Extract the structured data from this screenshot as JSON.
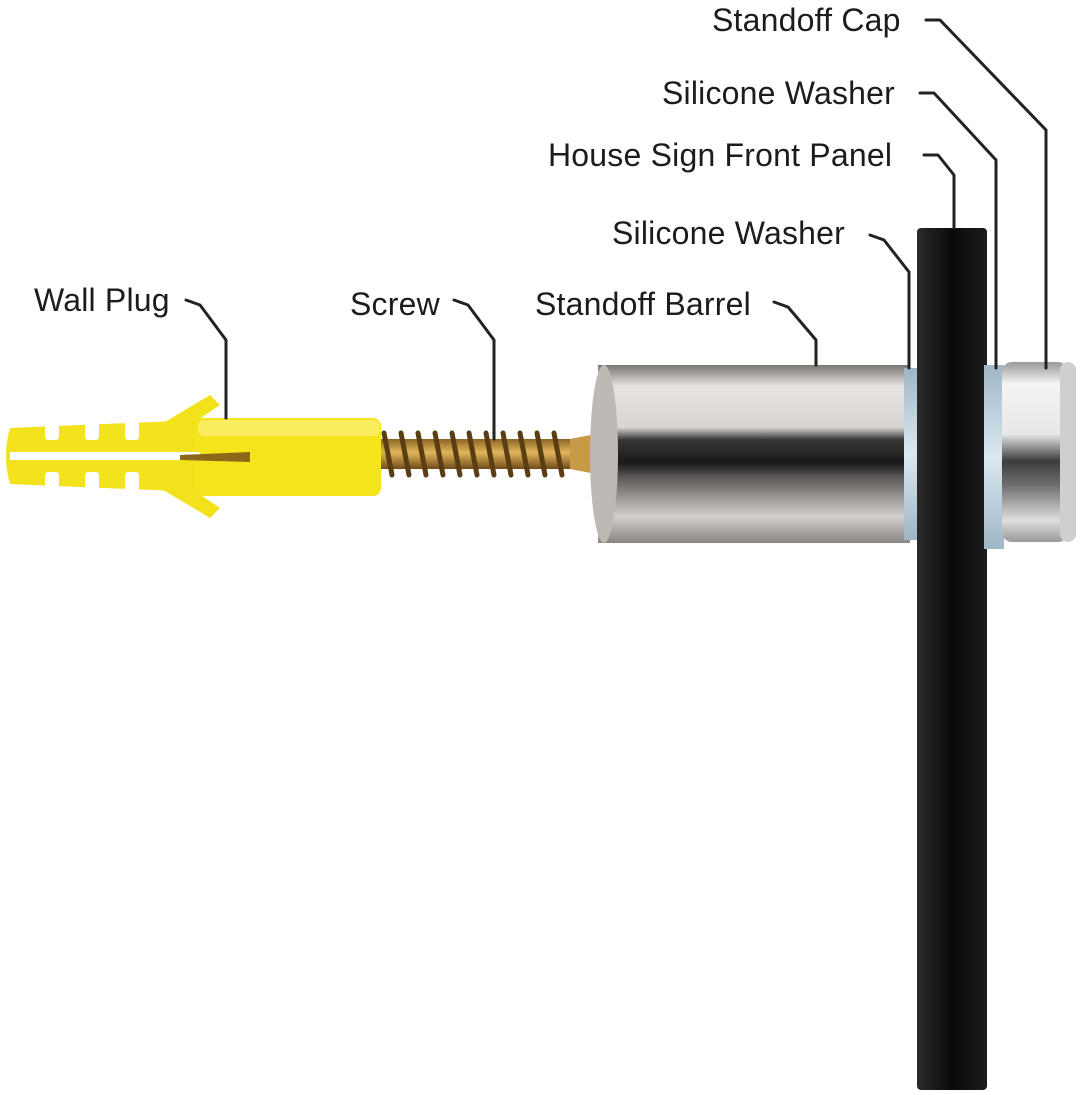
{
  "labels": {
    "standoff_cap": "Standoff Cap",
    "silicone_washer_outer": "Silicone Washer",
    "house_sign_front_panel": "House Sign Front Panel",
    "silicone_washer_inner": "Silicone Washer",
    "wall_plug": "Wall Plug",
    "screw": "Screw",
    "standoff_barrel": "Standoff Barrel"
  },
  "colors": {
    "wall_plug": "#f2e21b",
    "screw": "#b88a3a",
    "panel": "#0f0f0f",
    "barrel": "#cfcfcf",
    "cap": "#d9d9d9",
    "washer": "#c8dbe8",
    "leader_line": "#222222"
  }
}
